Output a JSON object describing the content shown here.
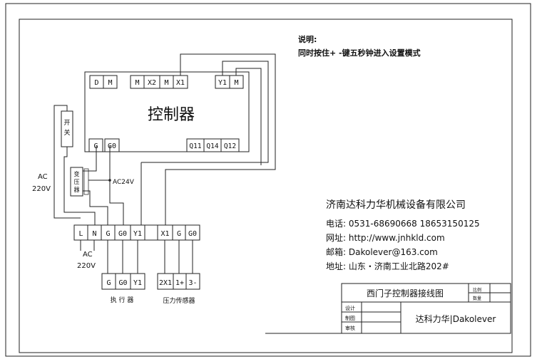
{
  "note": {
    "title": "说明:",
    "text": "同时按住+ -键五秒钟进入设置模式"
  },
  "controller": {
    "label": "控制器",
    "top_terminals": [
      "D",
      "M",
      "M",
      "X2",
      "M",
      "X1",
      "Y1",
      "M"
    ],
    "bottom_left_terminals": [
      "G",
      "G0"
    ],
    "bottom_right_terminals": [
      "Q11",
      "Q14",
      "Q12"
    ]
  },
  "switch_label": [
    "开",
    "关"
  ],
  "transformer_label": [
    "变",
    "压",
    "器"
  ],
  "ac24v_label": "AC24V",
  "ac220_left": [
    "AC",
    "220V"
  ],
  "main_terminals": {
    "left_group": [
      "L",
      "N",
      "G",
      "G0",
      "Y1"
    ],
    "right_group": [
      "X1",
      "G",
      "G0"
    ]
  },
  "ac220_bottom": [
    "AC",
    "220V"
  ],
  "actuator": {
    "terminals": [
      "G",
      "G0",
      "Y1"
    ],
    "label": "执 行 器"
  },
  "pressure_sensor": {
    "terminals": [
      "2X1",
      "1+",
      "3-"
    ],
    "label": "压力传感器"
  },
  "company": {
    "name": "济南达科力华机械设备有限公司",
    "phone": "电话: 0531-68690668 18653150125",
    "website": "网址: http://www.jnhkld.com",
    "email": "邮箱: Dakolever@163.com",
    "address": "地址: 山东・济南工业北路202#"
  },
  "title_block": {
    "drawing_title": "西门子控制器接线图",
    "side_labels": [
      "比例",
      "数量"
    ],
    "role_labels": [
      "设计",
      "制图",
      "审核"
    ],
    "brand": "达科力华|Dakolever"
  }
}
